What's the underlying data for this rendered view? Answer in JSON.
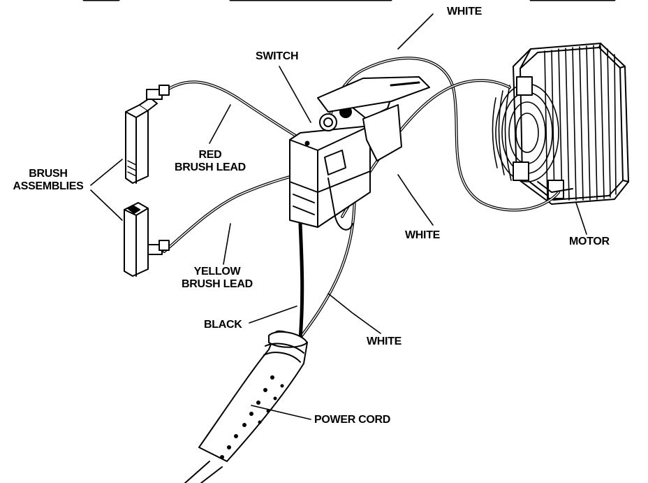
{
  "labels": {
    "white_top": "WHITE",
    "switch": "SWITCH",
    "red_brush_lead": [
      "RED",
      "BRUSH LEAD"
    ],
    "brush_assemblies": [
      "BRUSH",
      "ASSEMBLIES"
    ],
    "white_mid": "WHITE",
    "motor": "MOTOR",
    "yellow_brush_lead": [
      "YELLOW",
      "BRUSH LEAD"
    ],
    "black": "BLACK",
    "white_low": "WHITE",
    "power_cord": "POWER CORD"
  },
  "colors": {
    "line": "#000000",
    "background": "#ffffff"
  }
}
